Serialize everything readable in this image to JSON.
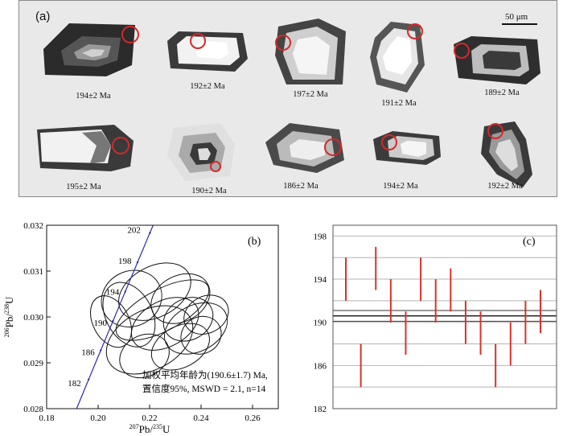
{
  "panel_a": {
    "label": "(a)",
    "scale_bar": "50 μm",
    "grains": [
      {
        "age": "194±2 Ma"
      },
      {
        "age": "192±2 Ma"
      },
      {
        "age": "197±2 Ma"
      },
      {
        "age": "191±2 Ma"
      },
      {
        "age": "189±2 Ma"
      },
      {
        "age": "195±2 Ma"
      },
      {
        "age": "190±2 Ma"
      },
      {
        "age": "186±2 Ma"
      },
      {
        "age": "194±2 Ma"
      },
      {
        "age": "192±2 Ma"
      }
    ]
  },
  "chart_data": [
    {
      "type": "scatter",
      "panel": "(b)",
      "xlabel_sup": "207",
      "xlabel_main": "Pb/",
      "xlabel_sup2": "235",
      "xlabel_end": "U",
      "ylabel_sup": "206",
      "ylabel_main": "Pb/",
      "ylabel_sup2": "238",
      "ylabel_end": "U",
      "xlim": [
        0.18,
        0.27
      ],
      "ylim": [
        0.028,
        0.032
      ],
      "x_ticks": [
        "0.18",
        "0.20",
        "0.22",
        "0.24",
        "0.26"
      ],
      "y_ticks": [
        "0.028",
        "0.029",
        "0.030",
        "0.031",
        "0.032"
      ],
      "concordia_labels": [
        "182",
        "186",
        "190",
        "194",
        "198",
        "202"
      ],
      "annotation_line1": "加权平均年龄为(190.6±1.7) Ma,",
      "annotation_line2": "置信度95%, MSWD = 2.1, n=14",
      "ellipses": [
        {
          "cx": 0.205,
          "cy": 0.0299,
          "rx": 0.007,
          "ry": 0.0006
        },
        {
          "cx": 0.212,
          "cy": 0.03005,
          "rx": 0.009,
          "ry": 0.00075
        },
        {
          "cx": 0.213,
          "cy": 0.0304,
          "rx": 0.012,
          "ry": 0.0006
        },
        {
          "cx": 0.222,
          "cy": 0.03055,
          "rx": 0.015,
          "ry": 0.00055
        },
        {
          "cx": 0.22,
          "cy": 0.0295,
          "rx": 0.018,
          "ry": 0.00065
        },
        {
          "cx": 0.226,
          "cy": 0.02985,
          "rx": 0.014,
          "ry": 0.0005
        },
        {
          "cx": 0.232,
          "cy": 0.0304,
          "rx": 0.012,
          "ry": 0.0005
        },
        {
          "cx": 0.235,
          "cy": 0.02995,
          "rx": 0.01,
          "ry": 0.00045
        },
        {
          "cx": 0.238,
          "cy": 0.02975,
          "rx": 0.013,
          "ry": 0.0005
        },
        {
          "cx": 0.232,
          "cy": 0.02935,
          "rx": 0.012,
          "ry": 0.00045
        },
        {
          "cx": 0.218,
          "cy": 0.02915,
          "rx": 0.01,
          "ry": 0.00045
        },
        {
          "cx": 0.242,
          "cy": 0.03005,
          "rx": 0.009,
          "ry": 0.0004
        },
        {
          "cx": 0.225,
          "cy": 0.03015,
          "rx": 0.02,
          "ry": 0.00045
        },
        {
          "cx": 0.24,
          "cy": 0.0296,
          "rx": 0.008,
          "ry": 0.0004
        }
      ]
    },
    {
      "type": "errorbar",
      "panel": "(c)",
      "ylim": [
        182,
        199
      ],
      "y_ticks": [
        182,
        186,
        190,
        194,
        198
      ],
      "mean": 190.6,
      "mean_band": [
        190.1,
        191.1
      ],
      "bar_color": "#d9322b",
      "bars": [
        [
          192,
          196
        ],
        [
          184,
          188
        ],
        [
          193,
          197
        ],
        [
          190,
          194
        ],
        [
          187,
          191
        ],
        [
          192,
          196
        ],
        [
          190,
          194
        ],
        [
          191,
          195
        ],
        [
          188,
          192
        ],
        [
          187,
          191
        ],
        [
          184,
          188
        ],
        [
          186,
          190
        ],
        [
          188,
          192
        ],
        [
          189,
          193
        ]
      ]
    }
  ]
}
